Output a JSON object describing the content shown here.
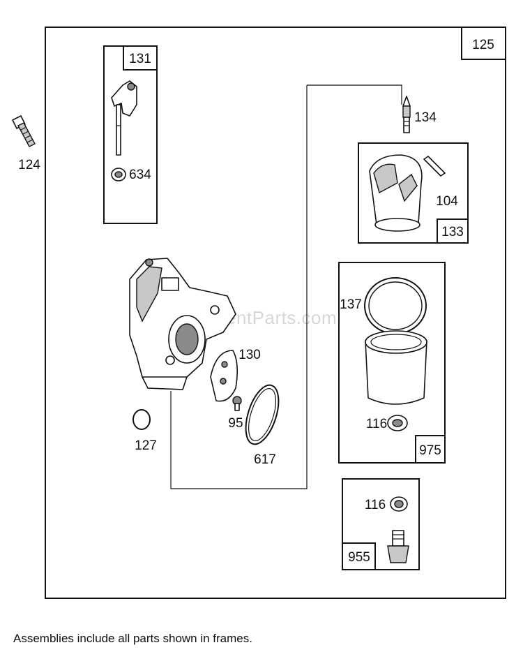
{
  "diagram": {
    "assembly_number": "125",
    "footer_note": "Assemblies include all parts shown in frames.",
    "watermark": "eReplacementParts.com",
    "callouts": {
      "p124": "124",
      "p131": "131",
      "p634": "634",
      "p134": "134",
      "p104": "104",
      "p133": "133",
      "p137": "137",
      "p116a": "116",
      "p975": "975",
      "p130": "130",
      "p95": "95",
      "p127": "127",
      "p617": "617",
      "p116b": "116",
      "p955": "955"
    }
  }
}
